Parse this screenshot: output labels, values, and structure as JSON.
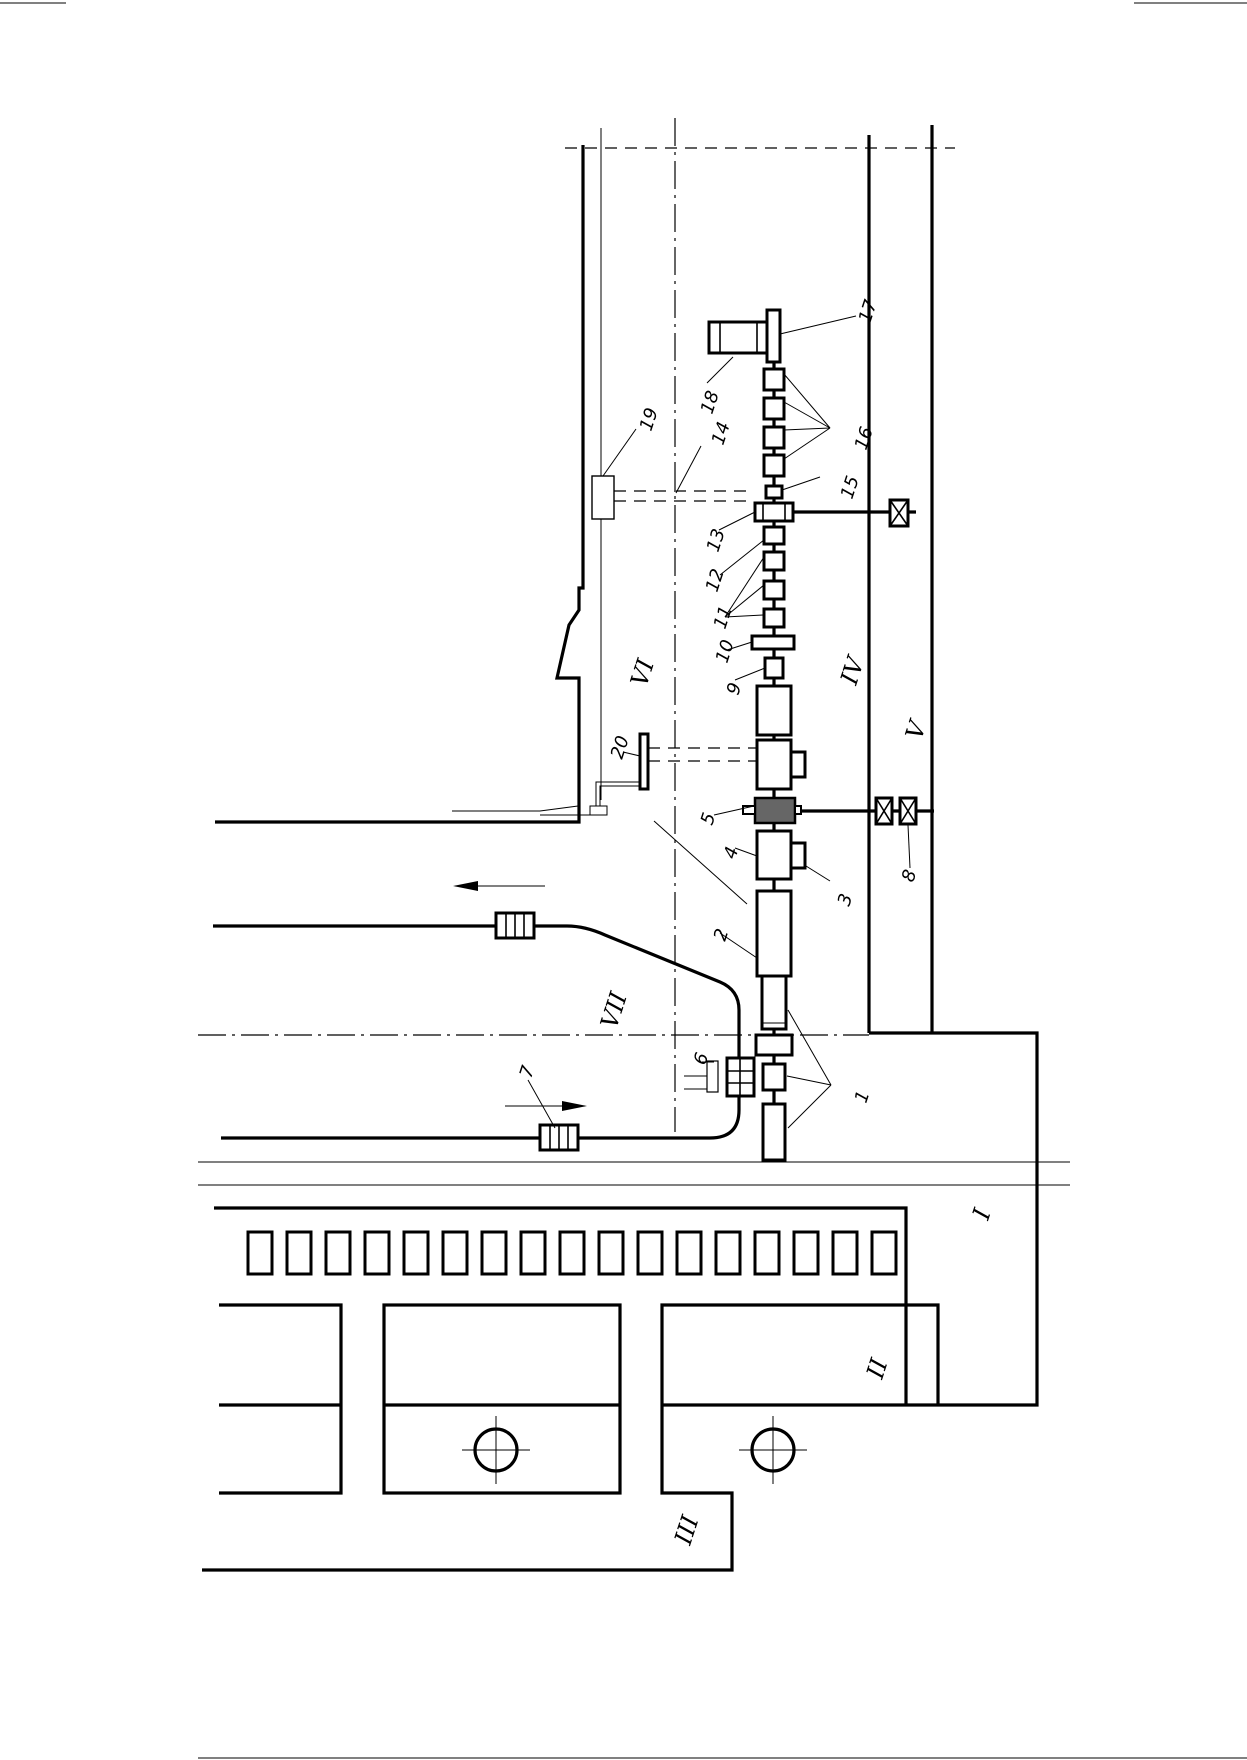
{
  "zones": {
    "I": "I",
    "II": "II",
    "III": "III",
    "IV": "IV",
    "V": "V",
    "VI": "VI",
    "VII": "VII"
  },
  "callouts": {
    "n1": "1",
    "n2": "2",
    "n3": "3",
    "n4": "4",
    "n5": "5",
    "n6": "6",
    "n7": "7",
    "n8": "8",
    "n9": "9",
    "n10": "10",
    "n11": "11",
    "n12": "12",
    "n13": "13",
    "n14": "14",
    "n15": "15",
    "n16": "16",
    "n17": "17",
    "n18": "18",
    "n19": "19",
    "n20": "20"
  }
}
